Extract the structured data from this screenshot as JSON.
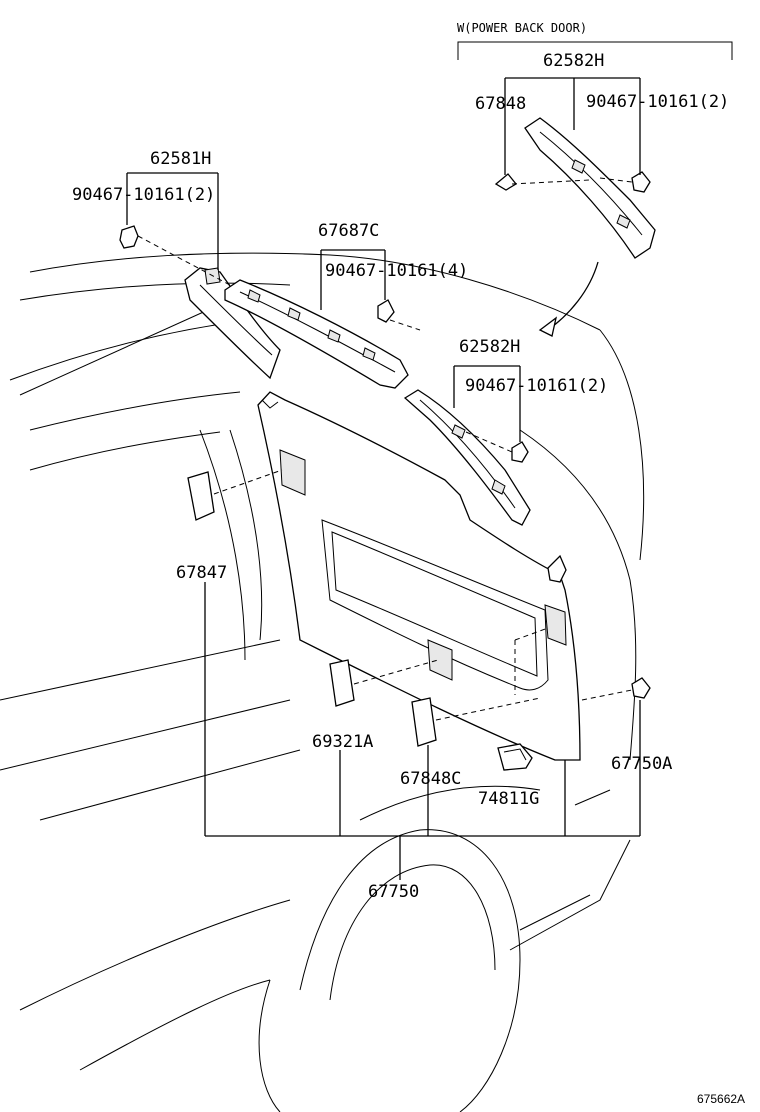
{
  "diagram": {
    "variant_note": "W(POWER BACK DOOR)",
    "reference_code": "675662A",
    "parts": {
      "p62582h_top": "62582H",
      "p67848": "67848",
      "clip_top_right": "90467-10161(2)",
      "p62581h": "62581H",
      "clip_left": "90467-10161(2)",
      "p67687c": "67687C",
      "clip_center": "90467-10161(4)",
      "p62582h_mid": "62582H",
      "clip_mid_right": "90467-10161(2)",
      "p67847": "67847",
      "p69321a": "69321A",
      "p67848c": "67848C",
      "p74811g": "74811G",
      "p67750a": "67750A",
      "p67750": "67750"
    }
  }
}
